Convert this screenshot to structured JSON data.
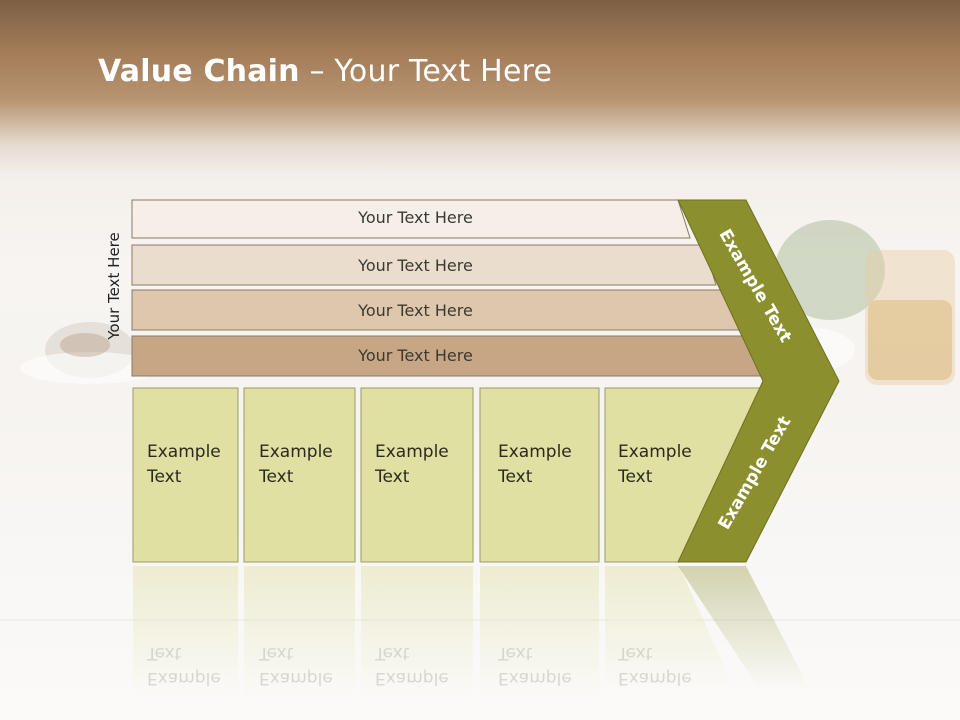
{
  "title": {
    "bold": "Value Chain",
    "rest": " – Your Text Here"
  },
  "side_label": "Your Text Here",
  "bars": [
    {
      "label": "Your Text Here",
      "fill": "#f5efe8"
    },
    {
      "label": "Your Text Here",
      "fill": "#ebddcd"
    },
    {
      "label": "Your Text Here",
      "fill": "#dfc7ae"
    },
    {
      "label": "Your Text Here",
      "fill": "#c7a685"
    }
  ],
  "boxes": [
    {
      "line1": "Example",
      "line2": "Text"
    },
    {
      "line1": "Example",
      "line2": "Text"
    },
    {
      "line1": "Example",
      "line2": "Text"
    },
    {
      "line1": "Example",
      "line2": "Text"
    },
    {
      "line1": "Example",
      "line2": "Text"
    }
  ],
  "arrow": {
    "upper": "Example Text",
    "lower": "Example Text",
    "color": "#8c8f2e"
  },
  "colors": {
    "box_fill": "#e0e0a3",
    "box_border": "#9a9a6a"
  }
}
